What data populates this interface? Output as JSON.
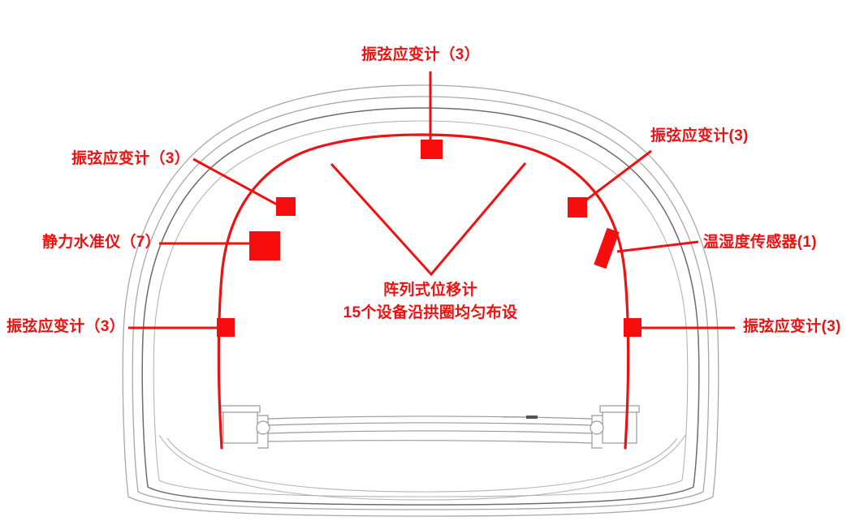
{
  "diagram": {
    "type": "tunnel-cross-section-sensor-layout",
    "colors": {
      "annotation_red": "#ee1111",
      "marker_red": "#f70d0d",
      "lining_grey": "#a8a8a8",
      "background": "#ffffff"
    },
    "labels": [
      {
        "id": "strain-gauge-crown",
        "text": "振弦应变计（3）",
        "position": "top-center",
        "device": "振弦应变计",
        "count": 3
      },
      {
        "id": "strain-gauge-upper-right",
        "text": "振弦应变计(3)",
        "position": "upper-right",
        "device": "振弦应变计",
        "count": 3
      },
      {
        "id": "strain-gauge-upper-left",
        "text": "振弦应变计（3）",
        "position": "upper-left",
        "device": "振弦应变计",
        "count": 3
      },
      {
        "id": "hydrostatic-level",
        "text": "静力水准仪（7）",
        "position": "middle-left",
        "device": "静力水准仪",
        "count": 7
      },
      {
        "id": "temp-humidity-sensor",
        "text": "温湿度传感器(1)",
        "position": "middle-right",
        "device": "温湿度传感器",
        "count": 1
      },
      {
        "id": "strain-gauge-lower-left",
        "text": "振弦应变计（3）",
        "position": "lower-left",
        "device": "振弦应变计",
        "count": 3
      },
      {
        "id": "strain-gauge-lower-right",
        "text": "振弦应变计(3)",
        "position": "lower-right",
        "device": "振弦应变计",
        "count": 3
      }
    ],
    "center_annotation": {
      "line1": "阵列式位移计",
      "line2": "15个设备沿拱圈均匀布设",
      "device": "阵列式位移计",
      "count": 15
    }
  }
}
